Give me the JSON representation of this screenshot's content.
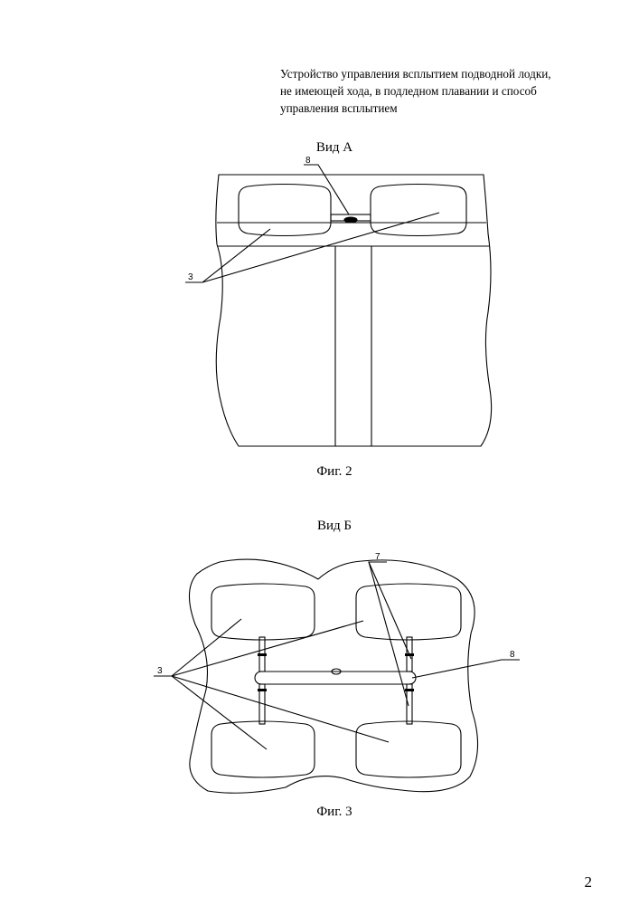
{
  "header": {
    "lines": [
      "Устройство управления всплытием подводной лодки,",
      "не имеющей хода, в подледном плавании и способ",
      "управления всплытием"
    ]
  },
  "figure2": {
    "view_label": "Вид А",
    "caption": "Фиг. 2",
    "labels": {
      "tube": "8",
      "float": "3"
    }
  },
  "figure3": {
    "view_label": "Вид Б",
    "caption": "Фиг. 3",
    "labels": {
      "rods": "7",
      "tube": "8",
      "floats": "3"
    }
  },
  "page_number": "2"
}
